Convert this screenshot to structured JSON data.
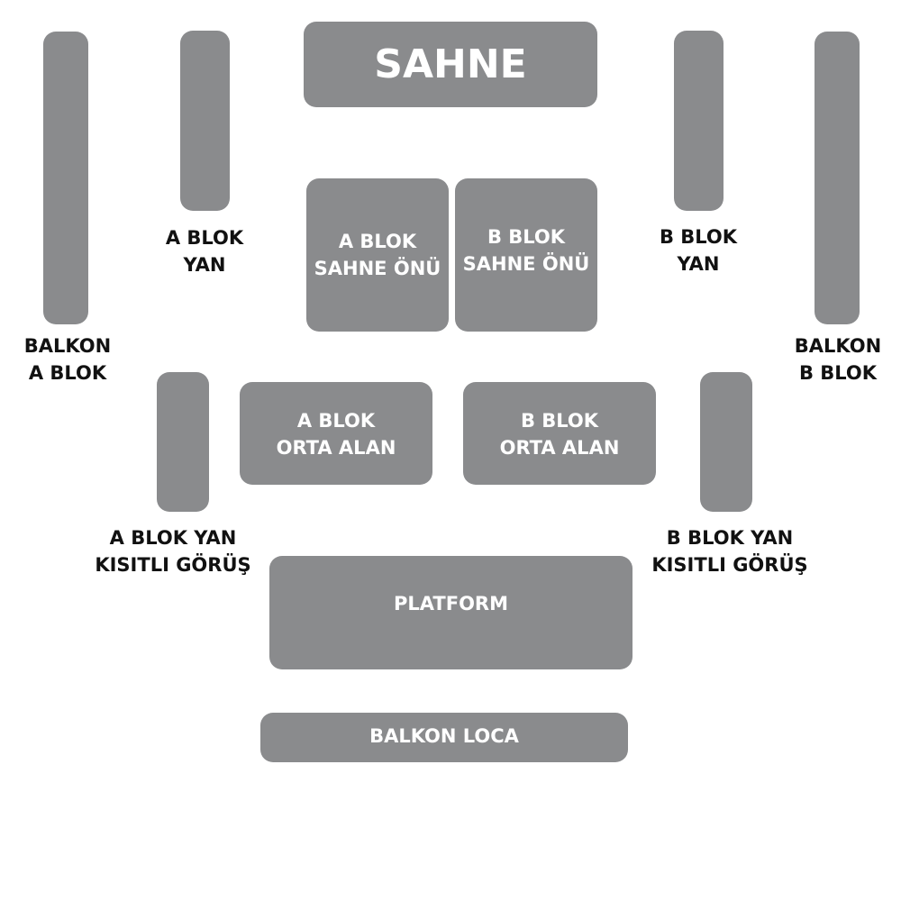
{
  "sections": {
    "stage": "SAHNE",
    "a_front": [
      "A BLOK",
      "SAHNE ÖNÜ"
    ],
    "b_front": [
      "B BLOK",
      "SAHNE ÖNÜ"
    ],
    "a_middle": [
      "A BLOK",
      "ORTA ALAN"
    ],
    "b_middle": [
      "B BLOK",
      "ORTA ALAN"
    ],
    "platform": "PLATFORM",
    "balcony_box": "BALKON LOCA"
  },
  "labels": {
    "a_side": [
      "A BLOK",
      "YAN"
    ],
    "b_side": [
      "B BLOK",
      "YAN"
    ],
    "balcony_a": [
      "BALKON",
      "A BLOK"
    ],
    "balcony_b": [
      "BALKON",
      "B BLOK"
    ],
    "a_side_restricted": [
      "A BLOK YAN",
      "KISITLI GÖRÜŞ"
    ],
    "b_side_restricted": [
      "B BLOK YAN",
      "KISITLI GÖRÜŞ"
    ]
  },
  "colors": {
    "block": "#8a8b8d",
    "block_text": "#ffffff",
    "label_text": "#111111"
  }
}
